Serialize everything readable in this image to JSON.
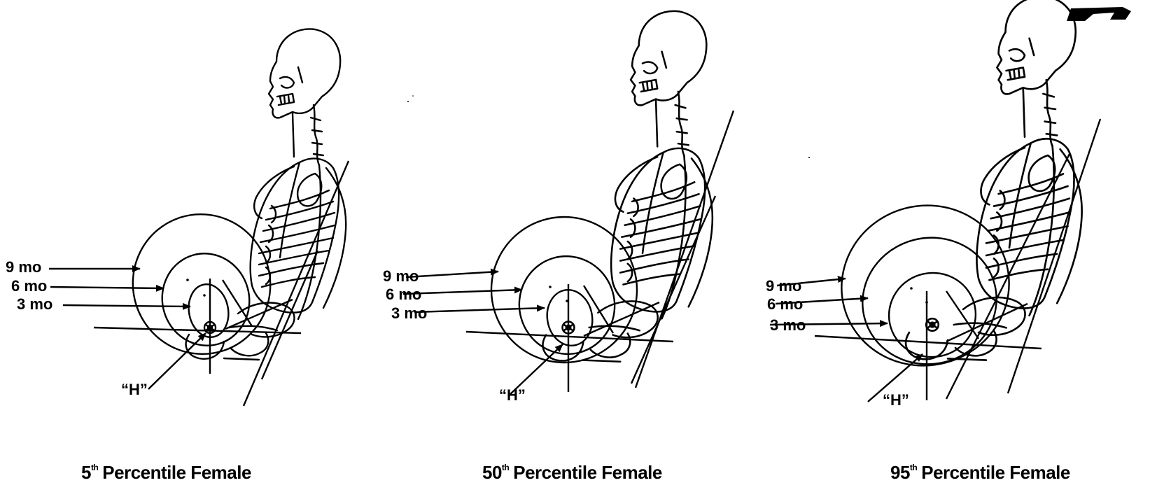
{
  "figures": [
    {
      "labels": {
        "m9": "9 mo",
        "m6": "6 mo",
        "m3": "3 mo",
        "h": "“H”"
      },
      "caption": {
        "num": "5",
        "sup": "th",
        "text": "Percentile Female"
      }
    },
    {
      "labels": {
        "m9": "9 mo",
        "m6": "6 mo",
        "m3": "3 mo",
        "h": "“H”"
      },
      "caption": {
        "num": "50",
        "sup": "th",
        "text": "Percentile Female"
      }
    },
    {
      "labels": {
        "m9": "9 mo",
        "m6": "6 mo",
        "m3": "3 mo",
        "h": "“H”"
      },
      "caption": {
        "num": "95",
        "sup": "th",
        "text": "Percentile Female"
      }
    }
  ]
}
